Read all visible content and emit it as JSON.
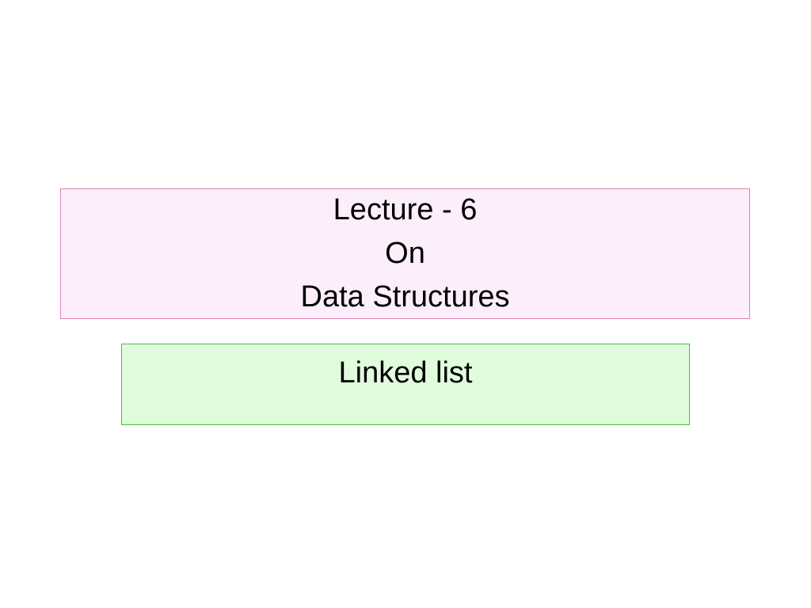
{
  "slide": {
    "title": {
      "lines": [
        "Lecture - 6",
        "On",
        "Data Structures"
      ],
      "background": "#fdeefb",
      "border": "#e080b0"
    },
    "subtitle": {
      "text": "Linked list",
      "background": "#e0fcdc",
      "border": "#44c244"
    }
  }
}
